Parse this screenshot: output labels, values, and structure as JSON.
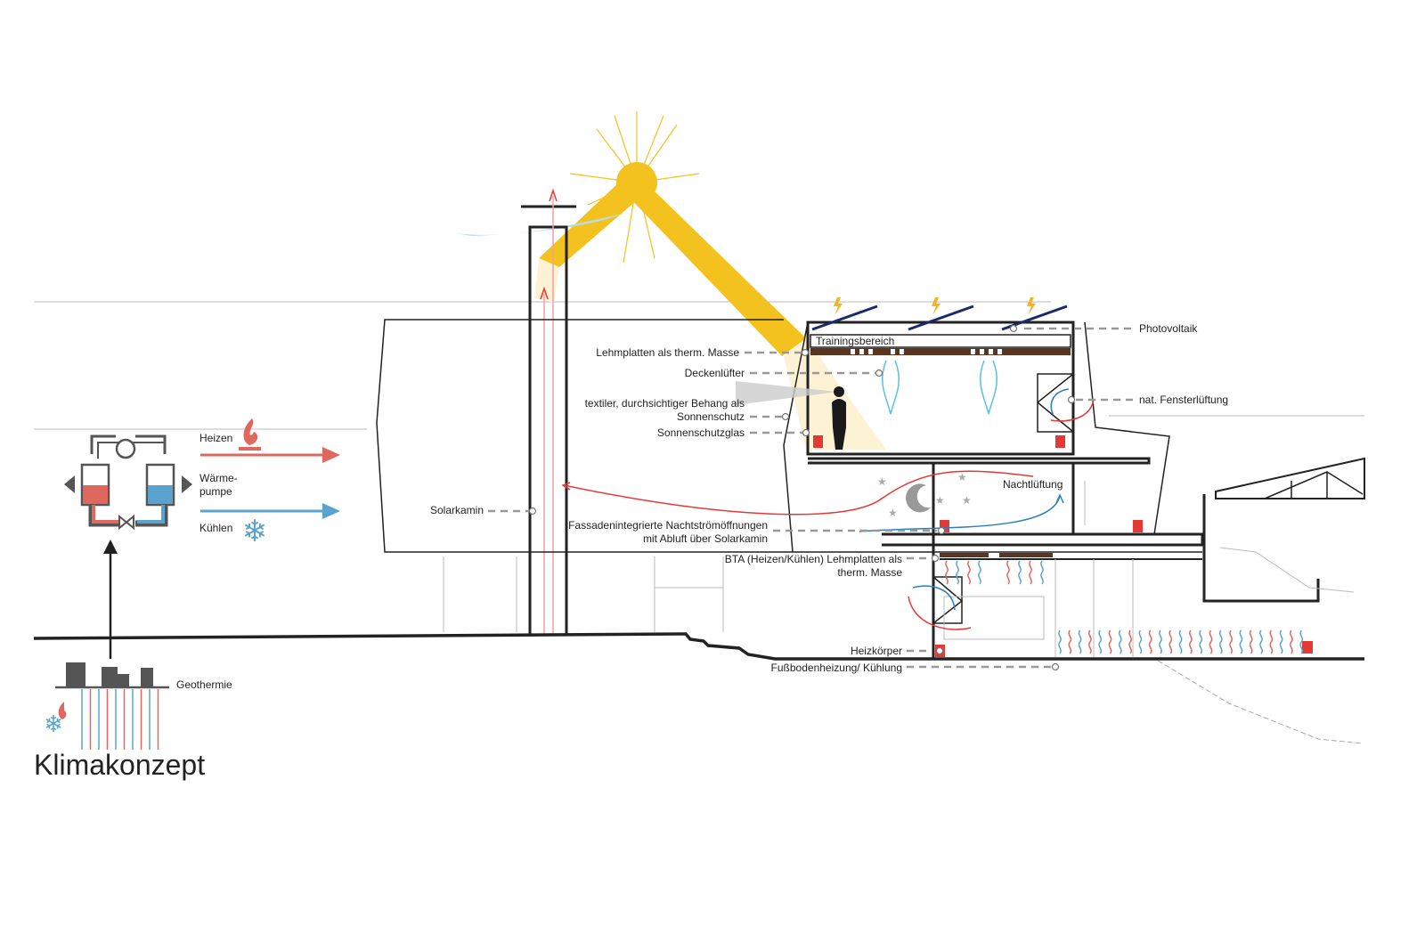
{
  "title": "Klimakonzept",
  "colors": {
    "heat": "#e0675e",
    "cool": "#5ba3cf",
    "sun": "#f4c21e",
    "red_air": "#e53935",
    "blue_air": "#2a7fc1"
  },
  "legend": {
    "heating": "Heizen",
    "heat_pump_line1": "Wärme-",
    "heat_pump_line2": "pumpe",
    "cooling": "Kühlen",
    "geothermal": "Geothermie"
  },
  "labels": {
    "photovoltaic": "Photovoltaik",
    "training_area": "Trainingsbereich",
    "clay_panels": "Lehmplatten als therm. Masse",
    "ceiling_fans": "Deckenlüfter",
    "textile_curtain_line1": "textiler, durchsichtiger Behang als",
    "textile_curtain_line2": "Sonnenschutz",
    "solar_glass": "Sonnenschutzglas",
    "natural_window_ventilation": "nat. Fensterlüftung",
    "night_ventilation": "Nachtlüftung",
    "solar_chimney": "Solarkamin",
    "facade_openings_line1": "Fassadenintegrierte Nachtströmöffnungen",
    "facade_openings_line2": "mit Abluft über Solarkamin",
    "bta_line1": "BTA (Heizen/Kühlen) Lehmplatten als",
    "bta_line2": "therm. Masse",
    "radiator": "Heizkörper",
    "floor_heating": "Fußbodenheizung/ Kühlung"
  }
}
